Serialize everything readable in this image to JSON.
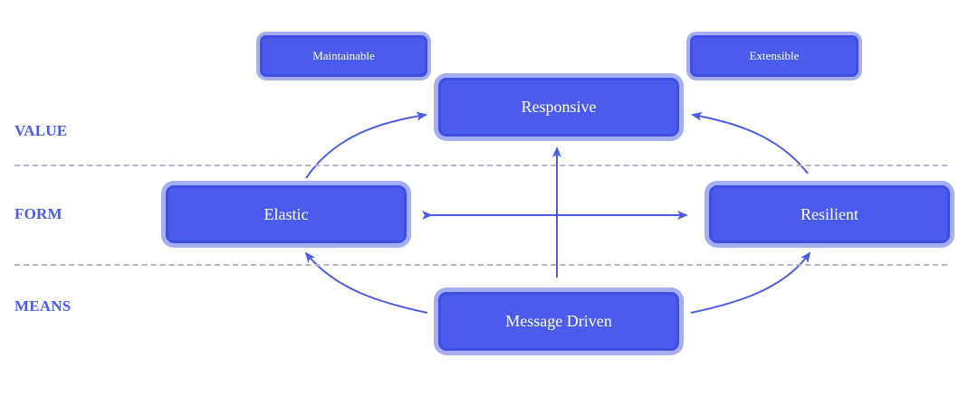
{
  "layers": {
    "value": "VALUE",
    "form": "FORM",
    "means": "MEANS"
  },
  "nodes": {
    "maintainable": "Maintainable",
    "extensible": "Extensible",
    "responsive": "Responsive",
    "elastic": "Elastic",
    "resilient": "Resilient",
    "message_driven": "Message Driven"
  },
  "colors": {
    "accent": "#4b5ced",
    "node_glow": "#a6aef3",
    "arrow": "#4a5be6",
    "divider": "#b3b3cc",
    "label": "#4a5be6"
  }
}
